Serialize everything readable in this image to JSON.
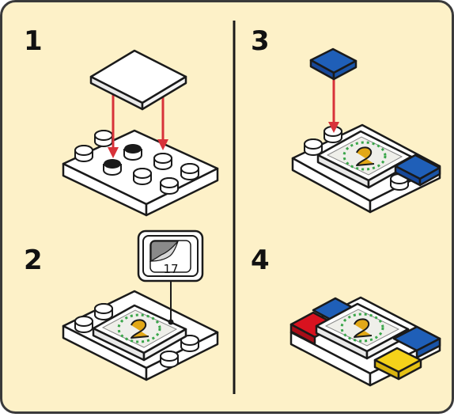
{
  "steps": [
    {
      "number": "1"
    },
    {
      "number": "2",
      "callout": {
        "label": "17",
        "icon": "sticker-peel-icon"
      }
    },
    {
      "number": "3"
    },
    {
      "number": "4"
    }
  ],
  "colors": {
    "background": "#fdf1c8",
    "border": "#3a3a3a",
    "arrow": "#d8323a",
    "brick_white": "#ffffff",
    "brick_blue": "#1f5fb8",
    "brick_red": "#d8121f",
    "brick_yellow": "#f5d21a",
    "tile_pattern": "#e2a818",
    "tile_dots": "#3aa64a"
  }
}
